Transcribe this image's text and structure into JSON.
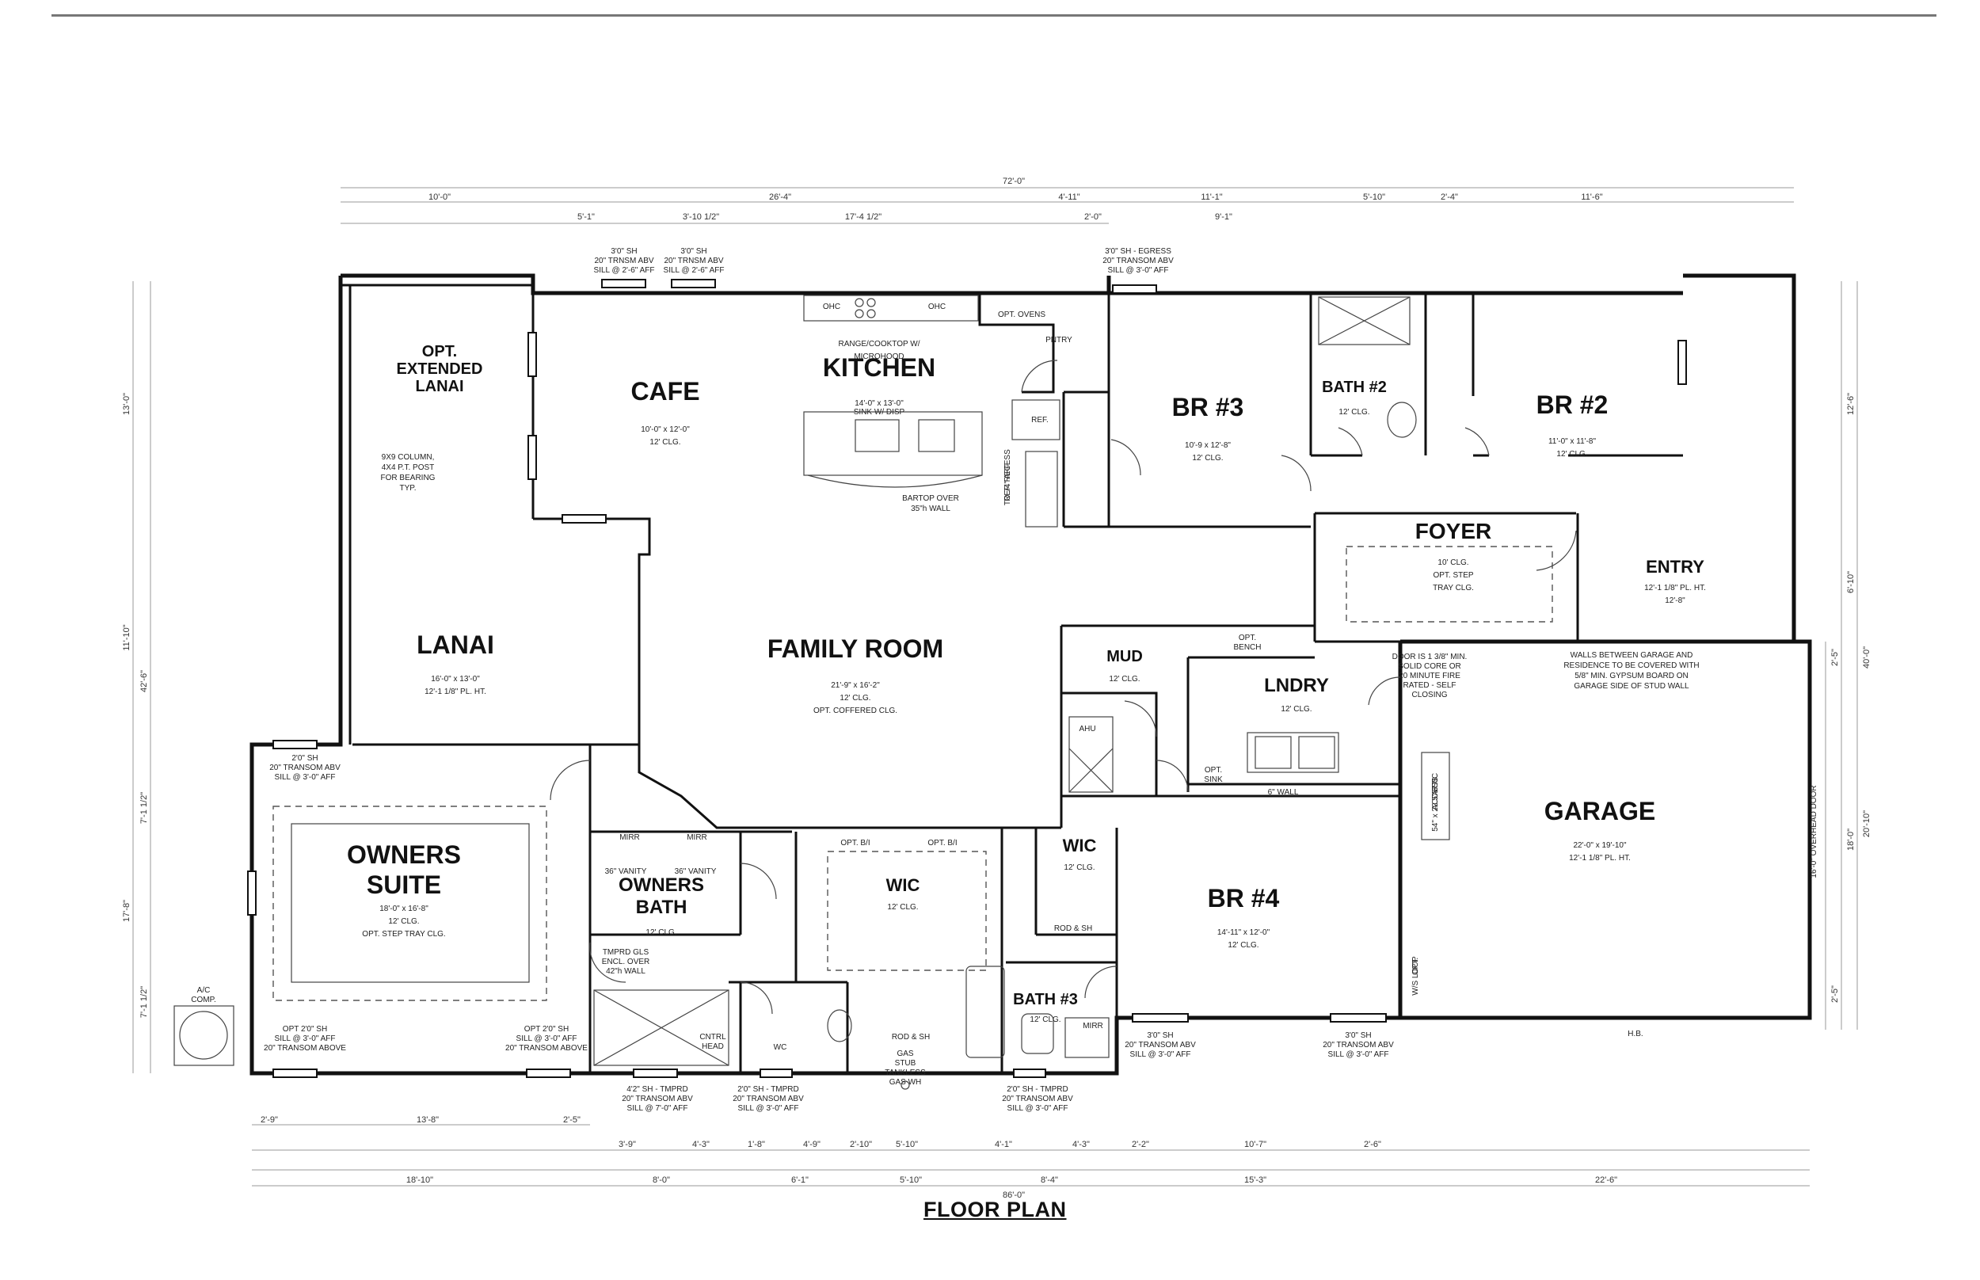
{
  "title": "FLOOR PLAN",
  "rooms": [
    {
      "id": "opt-extended-lanai",
      "name": "OPT.\nEXTENDED\nLANAI",
      "specs": []
    },
    {
      "id": "cafe",
      "name": "CAFE",
      "specs": [
        "10'-0\" x 12'-0\"",
        "12' CLG."
      ]
    },
    {
      "id": "kitchen",
      "name": "KITCHEN",
      "specs": [
        "RANGE/COOKTOP W/",
        "MICROHOOD"
      ]
    },
    {
      "id": "br3",
      "name": "BR #3",
      "specs": [
        "10'-9 x 12'-8\"",
        "12' CLG."
      ]
    },
    {
      "id": "bath2",
      "name": "BATH #2",
      "specs": [
        "12' CLG."
      ]
    },
    {
      "id": "br2",
      "name": "BR #2",
      "specs": [
        "11'-0\" x 11'-8\"",
        "12' CLG."
      ]
    },
    {
      "id": "foyer",
      "name": "FOYER",
      "specs": [
        "10' CLG.",
        "OPT. STEP",
        "TRAY CLG."
      ]
    },
    {
      "id": "entry",
      "name": "ENTRY",
      "specs": [
        "12'-1 1/8\" PL. HT.",
        "12'-8\""
      ]
    },
    {
      "id": "lanai",
      "name": "LANAI",
      "specs": [
        "16'-0\" x 13'-0\"",
        "12'-1 1/8\" PL. HT."
      ]
    },
    {
      "id": "family-room",
      "name": "FAMILY ROOM",
      "specs": [
        "21'-9\" x 16'-2\"",
        "12' CLG.",
        "OPT. COFFERED CLG."
      ]
    },
    {
      "id": "mud",
      "name": "MUD",
      "specs": [
        "12' CLG."
      ]
    },
    {
      "id": "lndry",
      "name": "LNDRY",
      "specs": [
        "12' CLG."
      ]
    },
    {
      "id": "garage",
      "name": "GARAGE",
      "specs": [
        "22'-0\" x 19'-10\"",
        "12'-1 1/8\" PL. HT."
      ]
    },
    {
      "id": "owners-suite",
      "name": "OWNERS\nSUITE",
      "specs": [
        "18'-0\" x 16'-8\"",
        "12' CLG.",
        "OPT. STEP TRAY CLG."
      ]
    },
    {
      "id": "owners-bath",
      "name": "OWNERS\nBATH",
      "specs": [
        "12' CLG."
      ]
    },
    {
      "id": "wic-owner",
      "name": "WIC",
      "specs": [
        "12' CLG."
      ]
    },
    {
      "id": "wic-br4",
      "name": "WIC",
      "specs": [
        "12' CLG."
      ]
    },
    {
      "id": "br4",
      "name": "BR #4",
      "specs": [
        "14'-11\" x 12'-0\"",
        "12' CLG."
      ]
    },
    {
      "id": "bath3",
      "name": "BATH #3",
      "specs": [
        "12' CLG."
      ]
    }
  ],
  "notes": {
    "win_top1": [
      "3'0\" SH",
      "20\" TRNSM ABV",
      "SILL @ 2'-6\" AFF"
    ],
    "win_top2": [
      "3'0\" SH",
      "20\" TRNSM ABV",
      "SILL @ 2'-6\" AFF"
    ],
    "win_br3": [
      "3'0\" SH - EGRESS",
      "20\" TRANSOM ABV",
      "SILL @ 3'-0\" AFF"
    ],
    "column": [
      "9X9 COLUMN,",
      "4X4 P.T. POST",
      "FOR BEARING",
      "TYP."
    ],
    "bartop": [
      "BARTOP OVER",
      "35\"h WALL"
    ],
    "sink": [
      "14'-0\" x 13'-0\"",
      "SINK W/ DISP"
    ],
    "ref_recess": [
      "REF. RECESS",
      "TO 74\" AFF"
    ],
    "garage_wall": [
      "WALLS BETWEEN GARAGE AND",
      "RESIDENCE TO BE COVERED WITH",
      "5/8\" MIN. GYPSUM BOARD ON",
      "GARAGE SIDE OF STUD WALL"
    ],
    "garage_door": [
      "DOOR IS 1 3/8\" MIN.",
      "SOLID CORE OR",
      "20 MINUTE FIRE",
      "RATED - SELF",
      "CLOSING"
    ],
    "attic": [
      "ATTIC",
      "ACCESS",
      "54\" x 22.5\" R.O."
    ],
    "overhead": "16'-0\" OVERHEAD DOOR",
    "ac": [
      "A/C",
      "COMP."
    ],
    "tankless": [
      "GAS",
      "STUB",
      "TANKLESS",
      "GAS WH"
    ],
    "owners_win1": [
      "2'0\" SH",
      "20\" TRANSOM ABV",
      "SILL @ 3'-0\" AFF"
    ],
    "owners_win2": [
      "OPT 2'0\" SH",
      "SILL @ 3'-0\" AFF",
      "20\" TRANSOM ABOVE"
    ],
    "owners_win3": [
      "OPT 2'0\" SH",
      "SILL @ 3'-0\" AFF",
      "20\" TRANSOM ABOVE"
    ],
    "shower": [
      "TMPRD GLS",
      "ENCL. OVER",
      "42\"h WALL"
    ],
    "br4_win1": [
      "3'0\" SH",
      "20\" TRANSOM ABV",
      "SILL @ 3'-0\" AFF"
    ],
    "br4_win2": [
      "3'0\" SH",
      "20\" TRANSOM ABV",
      "SILL @ 3'-0\" AFF"
    ],
    "bath_win": [
      "4'2\" SH - TMPRD",
      "20\" TRANSOM ABV",
      "SILL @ 7'-0\" AFF"
    ],
    "wc_win": [
      "2'0\" SH - TMPRD",
      "20\" TRANSOM ABV",
      "SILL @ 3'-0\" AFF"
    ],
    "bath3_win": [
      "2'0\" SH - TMPRD",
      "20\" TRANSOM ABV",
      "SILL @ 3'-0\" AFF"
    ],
    "mirr": "MIRR",
    "vanity": "36\" VANITY",
    "opt_bench": [
      "OPT.",
      "BENCH"
    ],
    "opt_sink": [
      "OPT.",
      "SINK"
    ],
    "wall6": "6\" WALL",
    "ahu": "AHU",
    "pntry": "PNTRY",
    "opt_ovens": "OPT. OVENS",
    "ohc": "OHC",
    "ref": "REF.",
    "rod_sh": "ROD & SH",
    "cntrl_head": [
      "CNTRL",
      "HEAD"
    ],
    "wc": "WC",
    "opt_bi": "OPT. B/I",
    "opt_ws": [
      "OPT.",
      "W/S LOOP"
    ],
    "hb": "H.B."
  },
  "dims": {
    "overall_top": "72'-0\"",
    "overall_bottom": "86'-0\"",
    "top_row1": [
      "10'-0\"",
      "26'-4\"",
      "4'-11\"",
      "11'-1\"",
      "5'-10\"",
      "2'-4\"",
      "11'-6\""
    ],
    "top_row2": [
      "5'-1\"",
      "3'-10 1/2\"",
      "17'-4 1/2\"",
      "2'-0\"",
      "9'-1\""
    ],
    "bottom_row1": [
      "2'-9\"",
      "13'-8\"",
      "2'-5\""
    ],
    "bottom_row2": [
      "3'-9\"",
      "4'-3\"",
      "1'-8\"",
      "4'-9\"",
      "2'-10\"",
      "5'-10\"",
      "4'-1\"",
      "4'-3\"",
      "2'-2\"",
      "10'-7\"",
      "2'-6\""
    ],
    "bottom_row3": [
      "18'-10\"",
      "8'-0\"",
      "6'-1\"",
      "5'-10\"",
      "8'-4\"",
      "15'-3\"",
      "22'-6\""
    ],
    "left": [
      "13'-0\"",
      "11'-10\"",
      "42'-6\"",
      "17'-8\"",
      "7'-1 1/2\"",
      "7'-1 1/2\""
    ],
    "right": [
      "12'-6\"",
      "6'-10\"",
      "40'-0\"",
      "20'-10\"",
      "2'-5\"",
      "2'-5\"",
      "18'-0\""
    ]
  }
}
